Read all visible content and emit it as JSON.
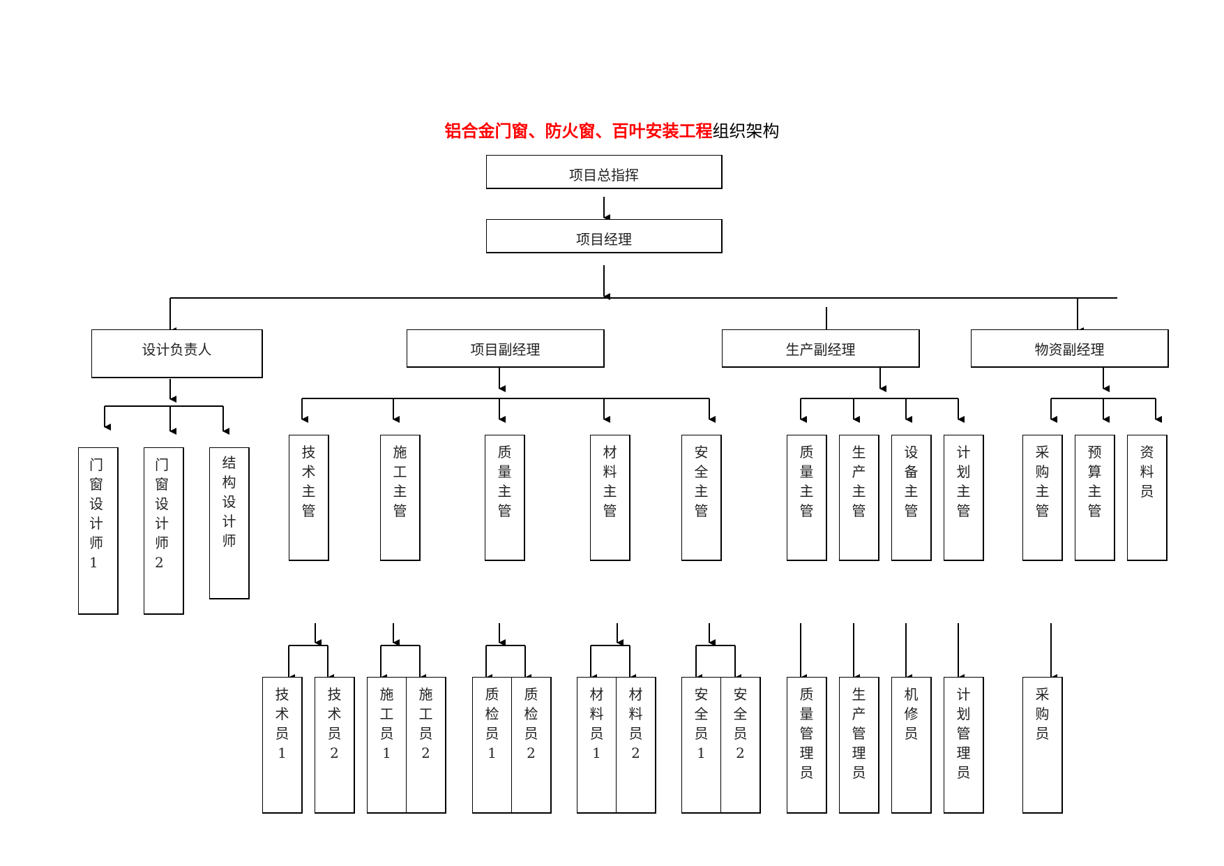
{
  "title": {
    "red": "铝合金门窗、防火窗、百叶安装工程",
    "black": "组织架构"
  },
  "nodes": {
    "director": "项目总指挥",
    "manager": "项目经理",
    "design_lead": "设计负责人",
    "deputy_pm": "项目副经理",
    "prod_deputy": "生产副经理",
    "material_deputy": "物资副经理",
    "designer1": "门\n窗\n设\n计\n师\n1",
    "designer2": "门\n窗\n设\n计\n师\n2",
    "struct_designer": "结\n构\n设\n计\n师",
    "tech_sup": "技\n术\n主\n管",
    "constr_sup": "施\n工\n主\n管",
    "quality_sup": "质\n量\n主\n管",
    "material_sup": "材\n料\n主\n管",
    "safety_sup": "安\n全\n主\n管",
    "prod_quality_sup": "质\n量\n主\n管",
    "prod_sup": "生\n产\n主\n管",
    "equip_sup": "设\n备\n主\n管",
    "plan_sup": "计\n划\n主\n管",
    "purchase_sup": "采\n购\n主\n管",
    "budget_sup": "预\n算\n主\n管",
    "archivist": "资\n料\n员",
    "tech1": "技\n术\n员\n1",
    "tech2": "技\n术\n员\n2",
    "constr1": "施\n工\n员\n1",
    "constr2": "施\n工\n员\n2",
    "qc1": "质\n检\n员\n1",
    "qc2": "质\n检\n员\n2",
    "mat1": "材\n料\n员\n1",
    "mat2": "材\n料\n员\n2",
    "safety1": "安\n全\n员\n1",
    "safety2": "安\n全\n员\n2",
    "quality_admin": "质\n量\n管\n理\n员",
    "prod_admin": "生\n产\n管\n理\n员",
    "mechanic": "机\n修\n员",
    "plan_admin": "计\n划\n管\n理\n员",
    "buyer": "采\n购\n员"
  }
}
